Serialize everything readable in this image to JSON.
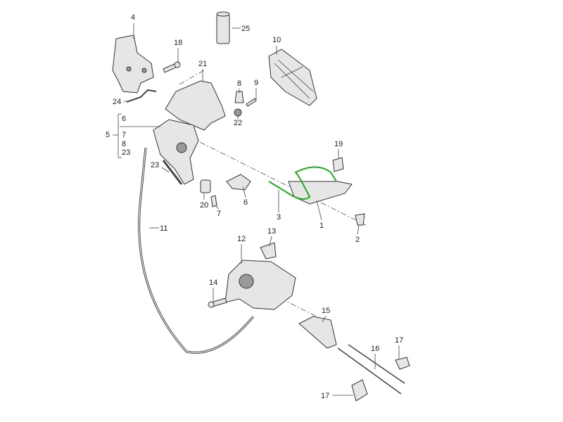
{
  "diagram": {
    "title": "Parking brake lever assembly exploded view",
    "highlight_color": "#22aa22",
    "callouts": {
      "c4": "4",
      "c25": "25",
      "c10": "10",
      "c18": "18",
      "c21": "21",
      "c8a": "8",
      "c9": "9",
      "c24": "24",
      "c22": "22",
      "c5": "5",
      "c5_6": "6",
      "c5_7": "7",
      "c5_8": "8",
      "c5_23": "23",
      "c19": "19",
      "c23": "23",
      "c20": "20",
      "c7": "7",
      "c6": "6",
      "c3": "3",
      "c1": "1",
      "c2": "2",
      "c11": "11",
      "c12": "12",
      "c13": "13",
      "c14": "14",
      "c15": "15",
      "c16": "16",
      "c17a": "17",
      "c17b": "17"
    }
  }
}
